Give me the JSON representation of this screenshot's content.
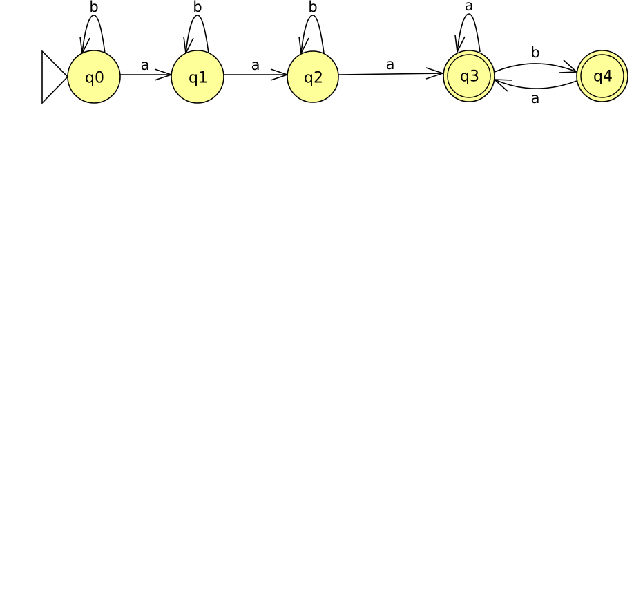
{
  "automaton": {
    "states": [
      {
        "id": "q0",
        "label": "q0",
        "accepting": false,
        "initial": true
      },
      {
        "id": "q1",
        "label": "q1",
        "accepting": false,
        "initial": false
      },
      {
        "id": "q2",
        "label": "q2",
        "accepting": false,
        "initial": false
      },
      {
        "id": "q3",
        "label": "q3",
        "accepting": true,
        "initial": false
      },
      {
        "id": "q4",
        "label": "q4",
        "accepting": true,
        "initial": false
      }
    ],
    "transitions": [
      {
        "from": "q0",
        "to": "q0",
        "label": "b"
      },
      {
        "from": "q0",
        "to": "q1",
        "label": "a"
      },
      {
        "from": "q1",
        "to": "q1",
        "label": "b"
      },
      {
        "from": "q1",
        "to": "q2",
        "label": "a"
      },
      {
        "from": "q2",
        "to": "q2",
        "label": "b"
      },
      {
        "from": "q2",
        "to": "q3",
        "label": "a"
      },
      {
        "from": "q3",
        "to": "q3",
        "label": "a"
      },
      {
        "from": "q3",
        "to": "q4",
        "label": "b"
      },
      {
        "from": "q4",
        "to": "q3",
        "label": "a"
      }
    ]
  },
  "colors": {
    "state_fill": "#ffff99",
    "stroke": "#000000",
    "background": "#ffffff"
  }
}
